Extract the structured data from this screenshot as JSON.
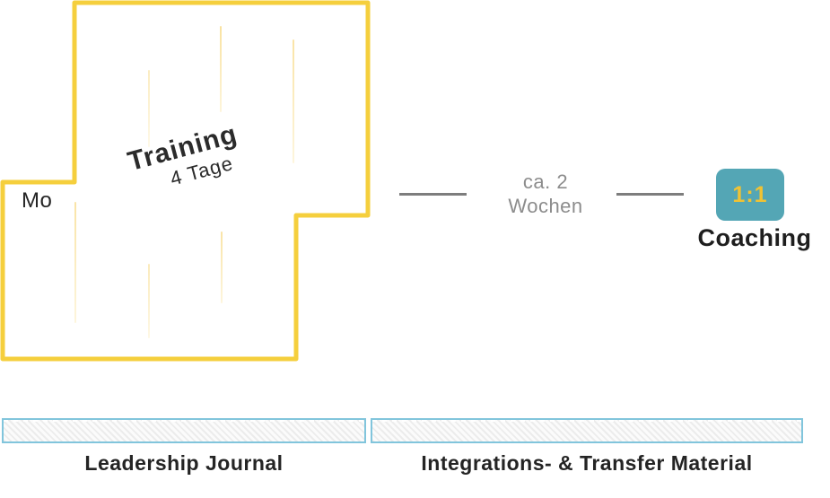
{
  "colors": {
    "outline_yellow": "#f5cf3d",
    "divider_yellow": "#f8dd90",
    "badge_teal": "#54a6b5",
    "badge_text_yellow": "#f0c233",
    "bar_border_blue": "#81c5dc",
    "connector_gray": "#8c8c8c",
    "text_dark": "#242424"
  },
  "calendar": {
    "day_label": "Mo",
    "title": "Training",
    "subtitle": "4 Tage"
  },
  "connector": {
    "duration_label": "ca. 2\nWochen"
  },
  "coaching": {
    "badge_label": "1:1",
    "label": "Coaching"
  },
  "bars": [
    {
      "label": "Leadership Journal"
    },
    {
      "label": "Integrations- & Transfer Material"
    }
  ]
}
